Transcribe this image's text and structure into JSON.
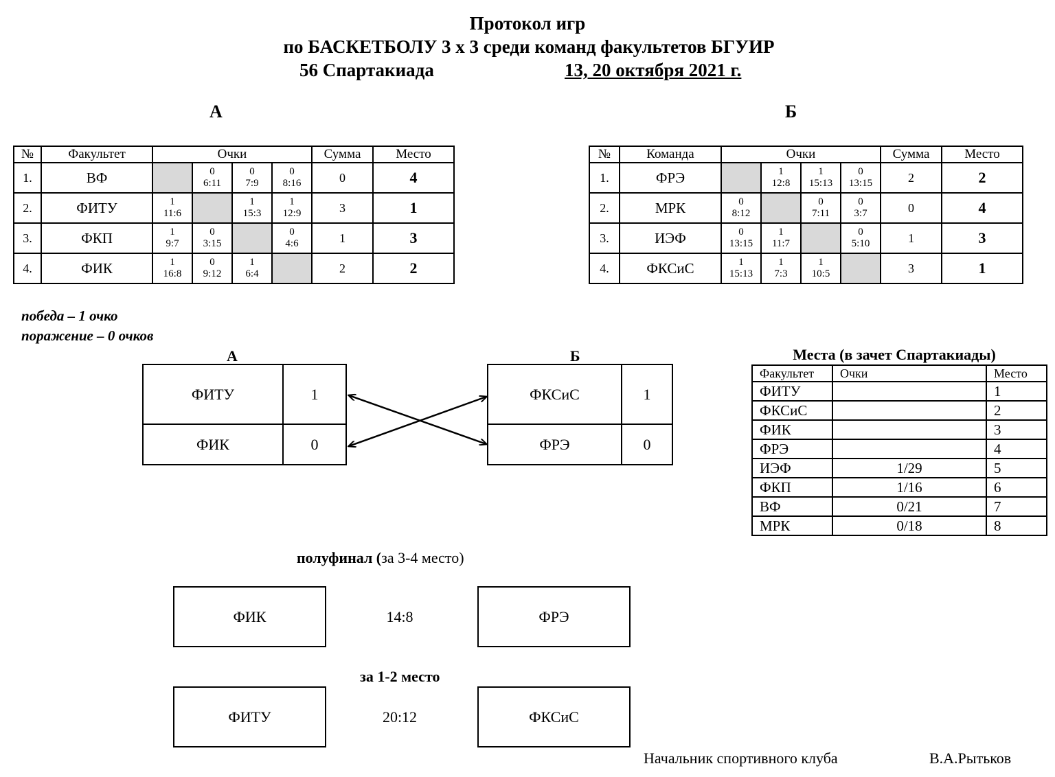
{
  "header": {
    "line1": "Протокол игр",
    "line2": "по БАСКЕТБОЛУ 3 х 3  среди команд факультетов БГУИР",
    "event": "56 Спартакиада",
    "date": "13, 20 октября 2021 г."
  },
  "group_a": {
    "label": "А",
    "headers": {
      "num": "№",
      "team": "Факультет",
      "points": "Очки",
      "sum": "Сумма",
      "place": "Место"
    },
    "rows": [
      {
        "num": "1.",
        "team": "ВФ",
        "cells": [
          null,
          {
            "p": "0",
            "s": "6:11"
          },
          {
            "p": "0",
            "s": "7:9"
          },
          {
            "p": "0",
            "s": "8:16"
          }
        ],
        "sum": "0",
        "place": "4"
      },
      {
        "num": "2.",
        "team": "ФИТУ",
        "cells": [
          {
            "p": "1",
            "s": "11:6"
          },
          null,
          {
            "p": "1",
            "s": "15:3"
          },
          {
            "p": "1",
            "s": "12:9"
          }
        ],
        "sum": "3",
        "place": "1"
      },
      {
        "num": "3.",
        "team": "ФКП",
        "cells": [
          {
            "p": "1",
            "s": "9:7"
          },
          {
            "p": "0",
            "s": "3:15"
          },
          null,
          {
            "p": "0",
            "s": "4:6"
          }
        ],
        "sum": "1",
        "place": "3"
      },
      {
        "num": "4.",
        "team": "ФИК",
        "cells": [
          {
            "p": "1",
            "s": "16:8"
          },
          {
            "p": "0",
            "s": "9:12"
          },
          {
            "p": "1",
            "s": "6:4"
          },
          null
        ],
        "sum": "2",
        "place": "2"
      }
    ]
  },
  "group_b": {
    "label": "Б",
    "headers": {
      "num": "№",
      "team": "Команда",
      "points": "Очки",
      "sum": "Сумма",
      "place": "Место"
    },
    "rows": [
      {
        "num": "1.",
        "team": "ФРЭ",
        "cells": [
          null,
          {
            "p": "1",
            "s": "12:8"
          },
          {
            "p": "1",
            "s": "15:13"
          },
          {
            "p": "0",
            "s": "13:15"
          }
        ],
        "sum": "2",
        "place": "2"
      },
      {
        "num": "2.",
        "team": "МРК",
        "cells": [
          {
            "p": "0",
            "s": "8:12"
          },
          null,
          {
            "p": "0",
            "s": "7:11"
          },
          {
            "p": "0",
            "s": "3:7"
          }
        ],
        "sum": "0",
        "place": "4"
      },
      {
        "num": "3.",
        "team": "ИЭФ",
        "cells": [
          {
            "p": "0",
            "s": "13:15"
          },
          {
            "p": "1",
            "s": "11:7"
          },
          null,
          {
            "p": "0",
            "s": "5:10"
          }
        ],
        "sum": "1",
        "place": "3"
      },
      {
        "num": "4.",
        "team": "ФКСиС",
        "cells": [
          {
            "p": "1",
            "s": "15:13"
          },
          {
            "p": "1",
            "s": "7:3"
          },
          {
            "p": "1",
            "s": "10:5"
          },
          null
        ],
        "sum": "3",
        "place": "1"
      }
    ]
  },
  "legend": {
    "win": "победа – 1 очко",
    "loss": "поражение – 0 очков"
  },
  "semis": {
    "a_label": "А",
    "b_label": "Б",
    "a": [
      {
        "team": "ФИТУ",
        "score": "1"
      },
      {
        "team": "ФИК",
        "score": "0"
      }
    ],
    "b": [
      {
        "team": "ФКСиС",
        "score": "1"
      },
      {
        "team": "ФРЭ",
        "score": "0"
      }
    ]
  },
  "standings": {
    "title": "Места (в зачет Спартакиады)",
    "headers": {
      "team": "Факультет",
      "points": "Очки",
      "place": "Место"
    },
    "rows": [
      {
        "team": "ФИТУ",
        "points": "",
        "place": "1"
      },
      {
        "team": "ФКСиС",
        "points": "",
        "place": "2"
      },
      {
        "team": "ФИК",
        "points": "",
        "place": "3"
      },
      {
        "team": "ФРЭ",
        "points": "",
        "place": "4"
      },
      {
        "team": "ИЭФ",
        "points": "1/29",
        "place": "5"
      },
      {
        "team": "ФКП",
        "points": "1/16",
        "place": "6"
      },
      {
        "team": "ВФ",
        "points": "0/21",
        "place": "7"
      },
      {
        "team": "МРК",
        "points": "0/18",
        "place": "8"
      }
    ]
  },
  "third_place": {
    "label_bold": "полуфинал (",
    "label_normal": "за 3-4 место)",
    "team1": "ФИК",
    "score": "14:8",
    "team2": "ФРЭ"
  },
  "final": {
    "label": "за 1-2 место",
    "team1": "ФИТУ",
    "score": "20:12",
    "team2": "ФКСиС"
  },
  "signature": {
    "position": "Начальник спортивного клуба",
    "name": "В.А.Рытьков"
  }
}
